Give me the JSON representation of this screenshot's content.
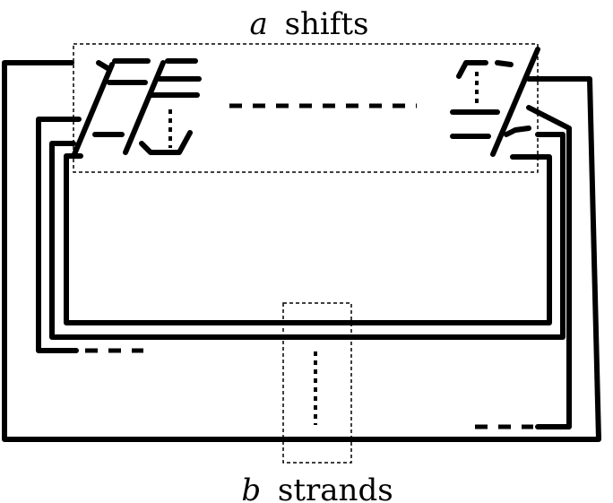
{
  "labels": {
    "top_var": "a",
    "top_word": "shifts",
    "bottom_var": "b",
    "bottom_word": "strands"
  }
}
